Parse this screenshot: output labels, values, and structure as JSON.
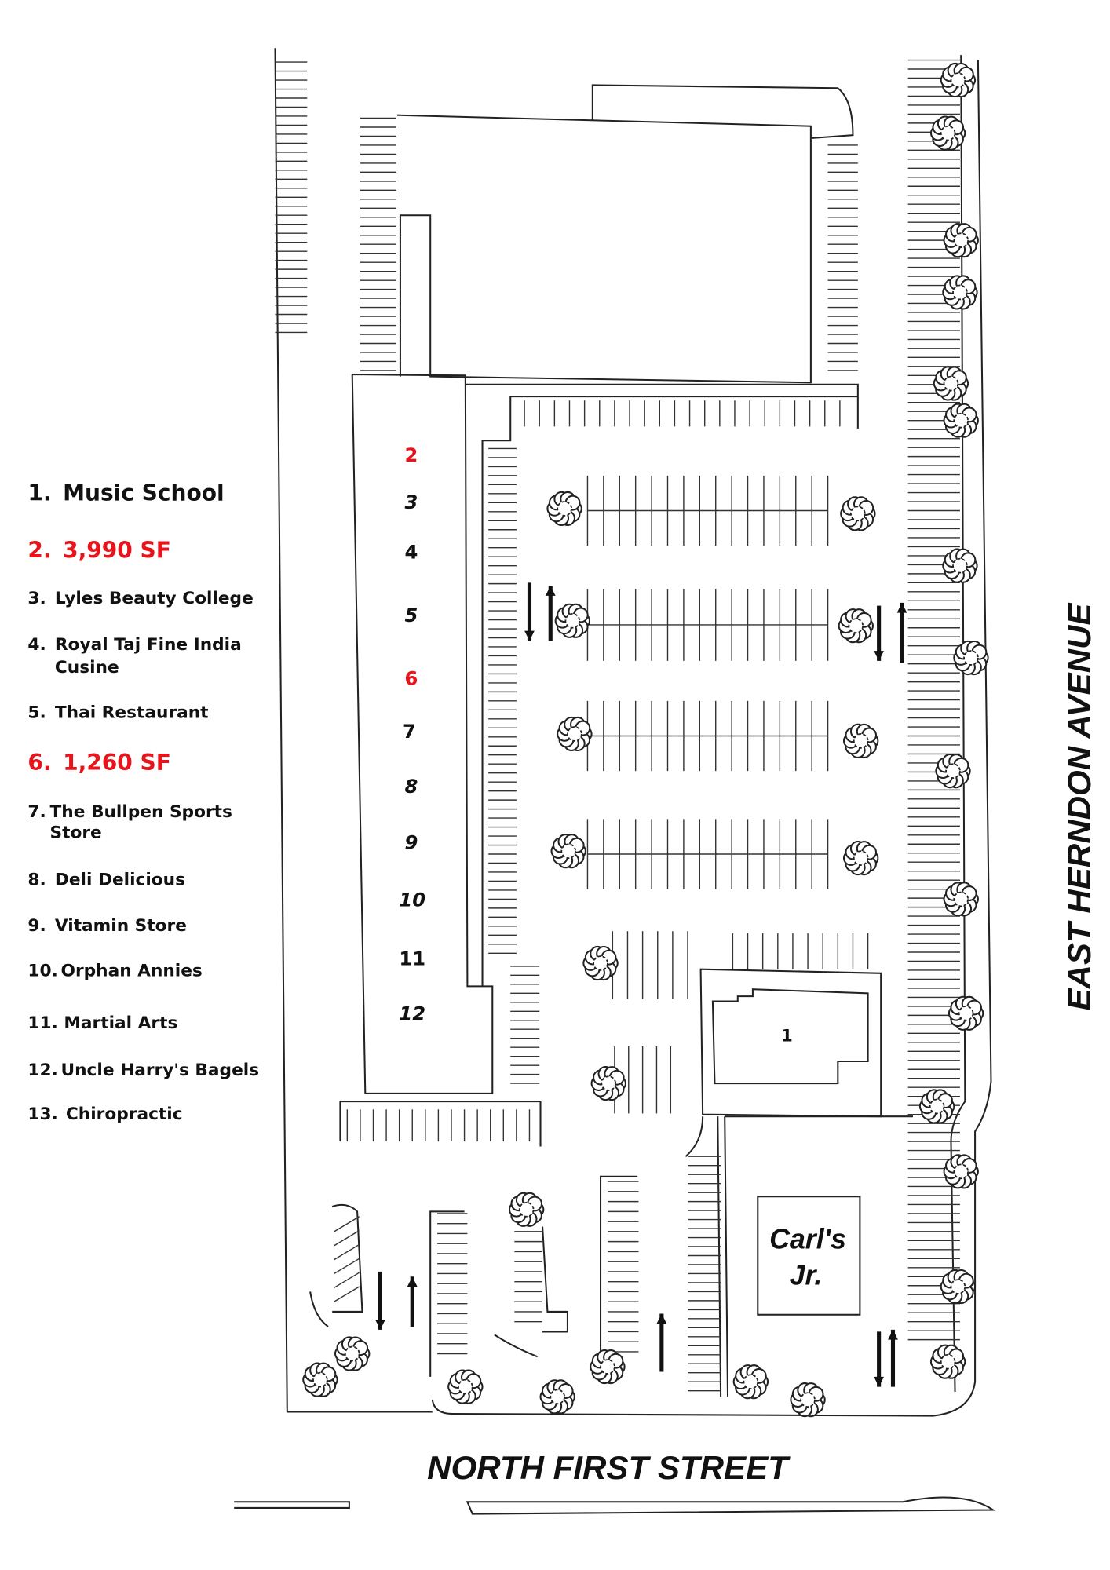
{
  "legend": {
    "items": [
      {
        "num": "1.",
        "label": "Music School",
        "highlight": false
      },
      {
        "num": "2.",
        "label": "3,990 SF",
        "highlight": true
      },
      {
        "num": "3.",
        "label": "Lyles Beauty College",
        "highlight": false
      },
      {
        "num": "4.",
        "label": "Royal Taj Fine India",
        "label2": "Cusine",
        "highlight": false
      },
      {
        "num": "5.",
        "label": "Thai Restaurant",
        "highlight": false
      },
      {
        "num": "6.",
        "label": "1,260 SF",
        "highlight": true
      },
      {
        "num": "7.",
        "label": "The Bullpen Sports",
        "label2": "Store",
        "highlight": false
      },
      {
        "num": "8.",
        "label": "Deli Delicious",
        "highlight": false
      },
      {
        "num": "9.",
        "label": "Vitamin Store",
        "highlight": false
      },
      {
        "num": "10.",
        "label": "Orphan Annies",
        "highlight": false
      },
      {
        "num": "11.",
        "label": "Martial Arts",
        "highlight": false
      },
      {
        "num": "12.",
        "label": "Uncle Harry's Bagels",
        "highlight": false
      },
      {
        "num": "13.",
        "label": "Chiropractic",
        "highlight": false
      }
    ]
  },
  "plan": {
    "units": [
      "2",
      "3",
      "4",
      "5",
      "6",
      "7",
      "8",
      "9",
      "10",
      "11",
      "12"
    ],
    "available_units": [
      "2",
      "6"
    ],
    "music_school_label": "1",
    "carls_line1": "Carl's",
    "carls_line2": "Jr.",
    "street_south": "NORTH FIRST STREET",
    "street_east": "EAST HERNDON AVENUE"
  },
  "colors": {
    "available": "#e8141b",
    "ink": "#111111"
  }
}
